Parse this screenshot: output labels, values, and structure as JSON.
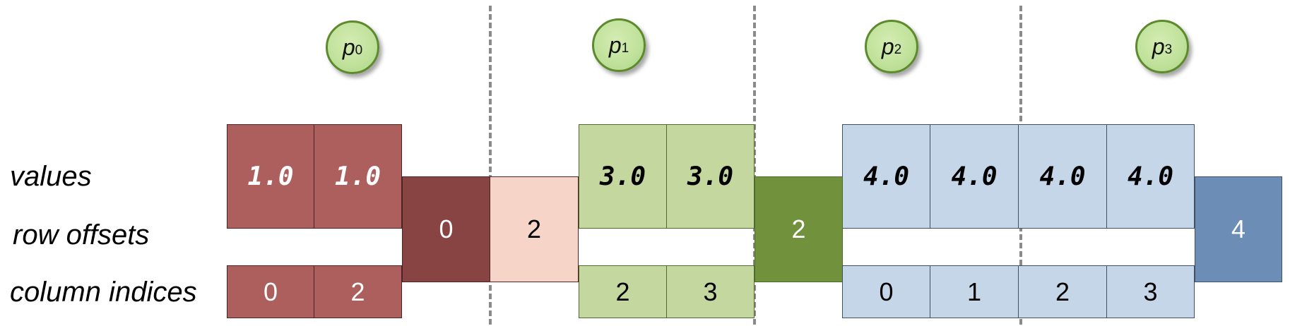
{
  "row_labels": {
    "values": "values",
    "row_offsets": "row offsets",
    "column_indices": "column indices"
  },
  "processors": [
    {
      "symbol": "p",
      "subscript": "0"
    },
    {
      "symbol": "p",
      "subscript": "1"
    },
    {
      "symbol": "p",
      "subscript": "2"
    },
    {
      "symbol": "p",
      "subscript": "3"
    }
  ],
  "values": [
    {
      "text": "1.0",
      "owner": "p0"
    },
    {
      "text": "1.0",
      "owner": "p0"
    },
    {
      "text": "3.0",
      "owner": "p1"
    },
    {
      "text": "3.0",
      "owner": "p1"
    },
    {
      "text": "4.0",
      "owner": "p2"
    },
    {
      "text": "4.0",
      "owner": "p2"
    },
    {
      "text": "4.0",
      "owner": "p3"
    },
    {
      "text": "4.0",
      "owner": "p3"
    }
  ],
  "row_offsets": [
    {
      "text": "0"
    },
    {
      "text": "2"
    },
    {
      "text": "2"
    },
    {
      "text": "4"
    }
  ],
  "column_indices": [
    {
      "text": "0"
    },
    {
      "text": "2"
    },
    {
      "text": "2"
    },
    {
      "text": "3"
    },
    {
      "text": "0"
    },
    {
      "text": "1"
    },
    {
      "text": "2"
    },
    {
      "text": "3"
    }
  ],
  "colors": {
    "p0_light": "#ac5f5c",
    "p0_dark": "#884443",
    "p0_pale": "#f6d5c8",
    "p1_light": "#c3d79f",
    "p1_dark": "#71913d",
    "p2_light": "#c6d6e9",
    "p2_dark": "#6c8db5",
    "processor_fill": "#bfe19a",
    "processor_border": "#5c8a2c",
    "divider": "#8a8a8a"
  }
}
